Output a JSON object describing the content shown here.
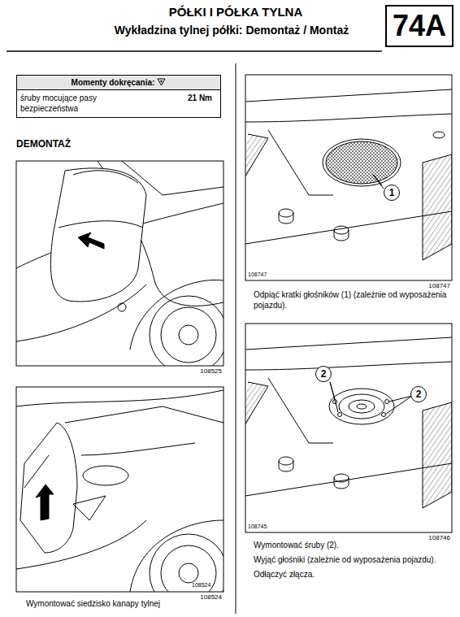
{
  "diagram": {
    "title": "PÓŁKI I PÓŁKA TYLNA",
    "nodes": [
      {
        "text": [
          "74A"
        ]
      },
      {
        "text": [
          "Momenty dokręcania:",
          "śruby mocujące pasy bezpieczeństwa",
          "21 Nm"
        ]
      },
      {
        "text": [
          "108525"
        ]
      },
      {
        "text": [
          "108524"
        ]
      },
      {
        "text": [
          "108747"
        ]
      },
      {
        "text": [
          "1"
        ],
        "in": 4
      },
      {
        "text": [
          "108746"
        ]
      },
      {
        "text": [
          "2"
        ],
        "in": 6
      },
      {
        "text": [
          "2"
        ],
        "in": 6
      }
    ],
    "labels": [
      "Wykładzina tylnej półki: Demontaż / Montaż",
      "DEMONTAŻ",
      "Wymontować siedzisko kanapy tylnej",
      "108524",
      "108747",
      "Odpiąć kratki głośników (1) (zależnie od wyposażenia pojazdu).",
      "108745",
      "Wymontować śruby (2).",
      "Wyjąć głośniki (zależnie od wyposażenia pojazdu).",
      "Odłączyć złącza."
    ]
  }
}
